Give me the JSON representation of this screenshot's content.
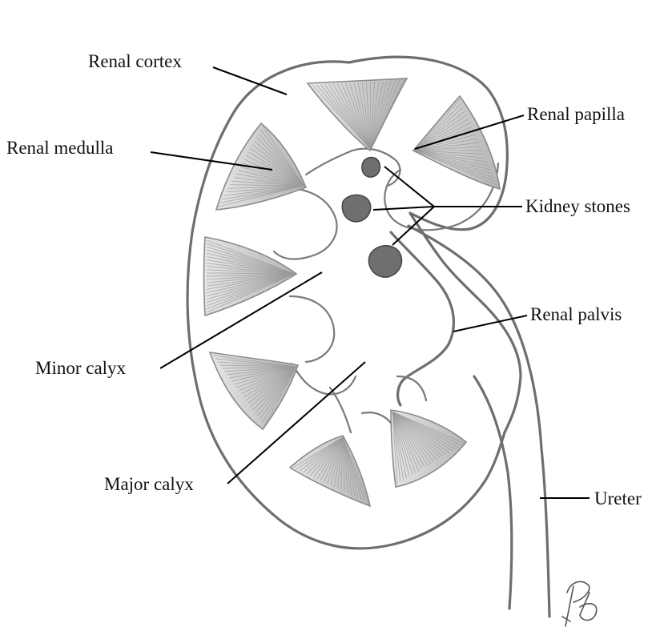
{
  "labels": {
    "renal_cortex": "Renal cortex",
    "renal_medulla": "Renal medulla",
    "renal_papilla": "Renal papilla",
    "kidney_stones": "Kidney stones",
    "renal_palvis": "Renal palvis",
    "minor_calyx": "Minor calyx",
    "major_calyx": "Major calyx",
    "ureter": "Ureter"
  },
  "colors": {
    "stroke": "#6e6e6e",
    "shading": "#9a9a9a",
    "stones": "#6f6f6f",
    "leader_lines": "#000000"
  },
  "artist_signature": "Pd"
}
